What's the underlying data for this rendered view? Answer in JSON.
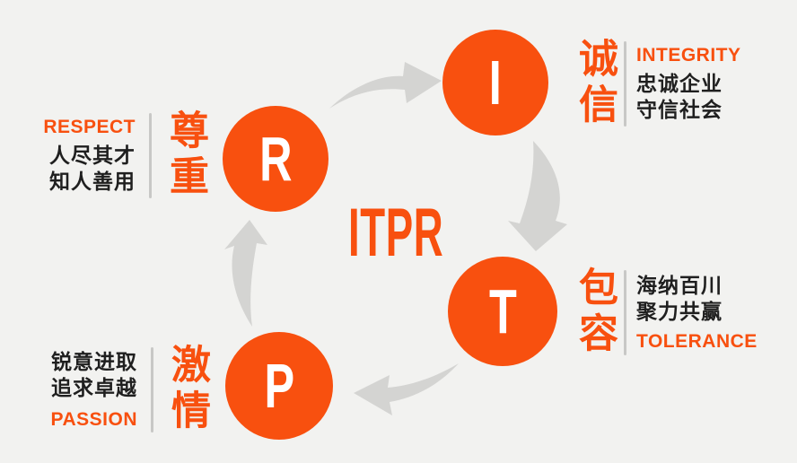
{
  "colors": {
    "background": "#F2F2F0",
    "accent": "#F8500F",
    "arrow": "#D4D4D2",
    "divider": "#C8C8C6",
    "dark_text": "#1F1F1F",
    "circle_letter": "#FFFFFF"
  },
  "center": {
    "title": "ITPR"
  },
  "nodes": [
    {
      "id": "integrity",
      "letter": "I",
      "cn": "诚信",
      "en": "INTEGRITY",
      "lines": [
        "忠诚企业",
        "守信社会"
      ]
    },
    {
      "id": "tolerance",
      "letter": "T",
      "cn": "包容",
      "en": "TOLERANCE",
      "lines": [
        "海纳百川",
        "聚力共赢"
      ]
    },
    {
      "id": "passion",
      "letter": "P",
      "cn": "激情",
      "en": "PASSION",
      "lines": [
        "锐意进取",
        "追求卓越"
      ]
    },
    {
      "id": "respect",
      "letter": "R",
      "cn": "尊重",
      "en": "RESPECT",
      "lines": [
        "人尽其才",
        "知人善用"
      ]
    }
  ]
}
